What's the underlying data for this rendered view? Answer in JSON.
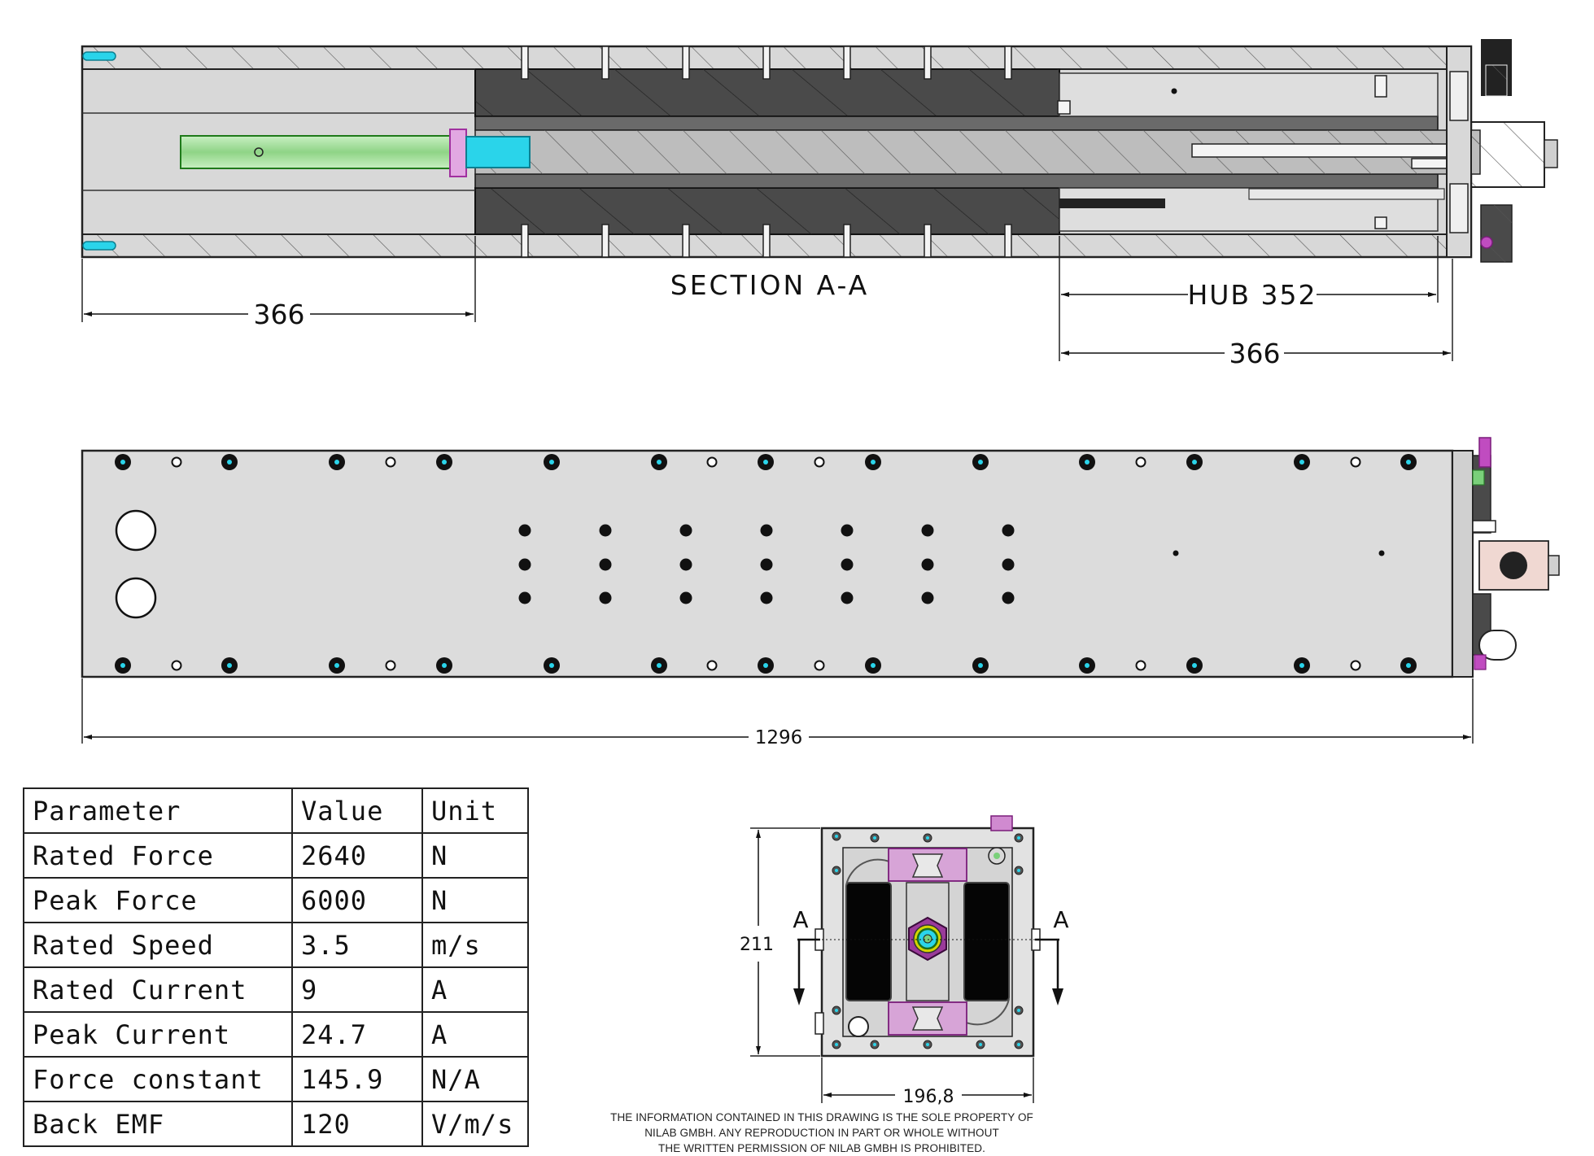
{
  "section_view": {
    "title": "SECTION A-A",
    "dim_left": "366",
    "dim_hub": "HUB 352",
    "dim_right": "366"
  },
  "side_view": {
    "dim_total": "1296"
  },
  "end_view": {
    "dim_height": "211",
    "dim_width": "196,8",
    "section_mark_left": "A",
    "section_mark_right": "A"
  },
  "spec_table": {
    "headers": [
      "Parameter",
      "Value",
      "Unit"
    ],
    "rows": [
      [
        "Rated Force",
        "2640",
        "N"
      ],
      [
        "Peak Force",
        "6000",
        "N"
      ],
      [
        "Rated Speed",
        "3.5",
        "m/s"
      ],
      [
        "Rated Current",
        "9",
        "A"
      ],
      [
        "Peak Current",
        "24.7",
        "A"
      ],
      [
        "Force constant",
        "145.9",
        "N/A"
      ],
      [
        "Back EMF",
        "120",
        "V/m/s"
      ]
    ]
  },
  "notice": {
    "line1": "THE INFORMATION CONTAINED IN THIS DRAWING IS THE SOLE PROPERTY OF",
    "line2": "NILAB GMBH. ANY REPRODUCTION IN PART OR WHOLE WITHOUT",
    "line3": "THE WRITTEN PERMISSION OF NILAB GMBH IS PROHIBITED."
  },
  "colors": {
    "body_fill": "#dcdcdc",
    "dark_fill": "#4a4a4a",
    "rod_green": "#9fd89a",
    "accent_cyan": "#2ad4ea",
    "accent_magenta": "#c04cc0"
  }
}
